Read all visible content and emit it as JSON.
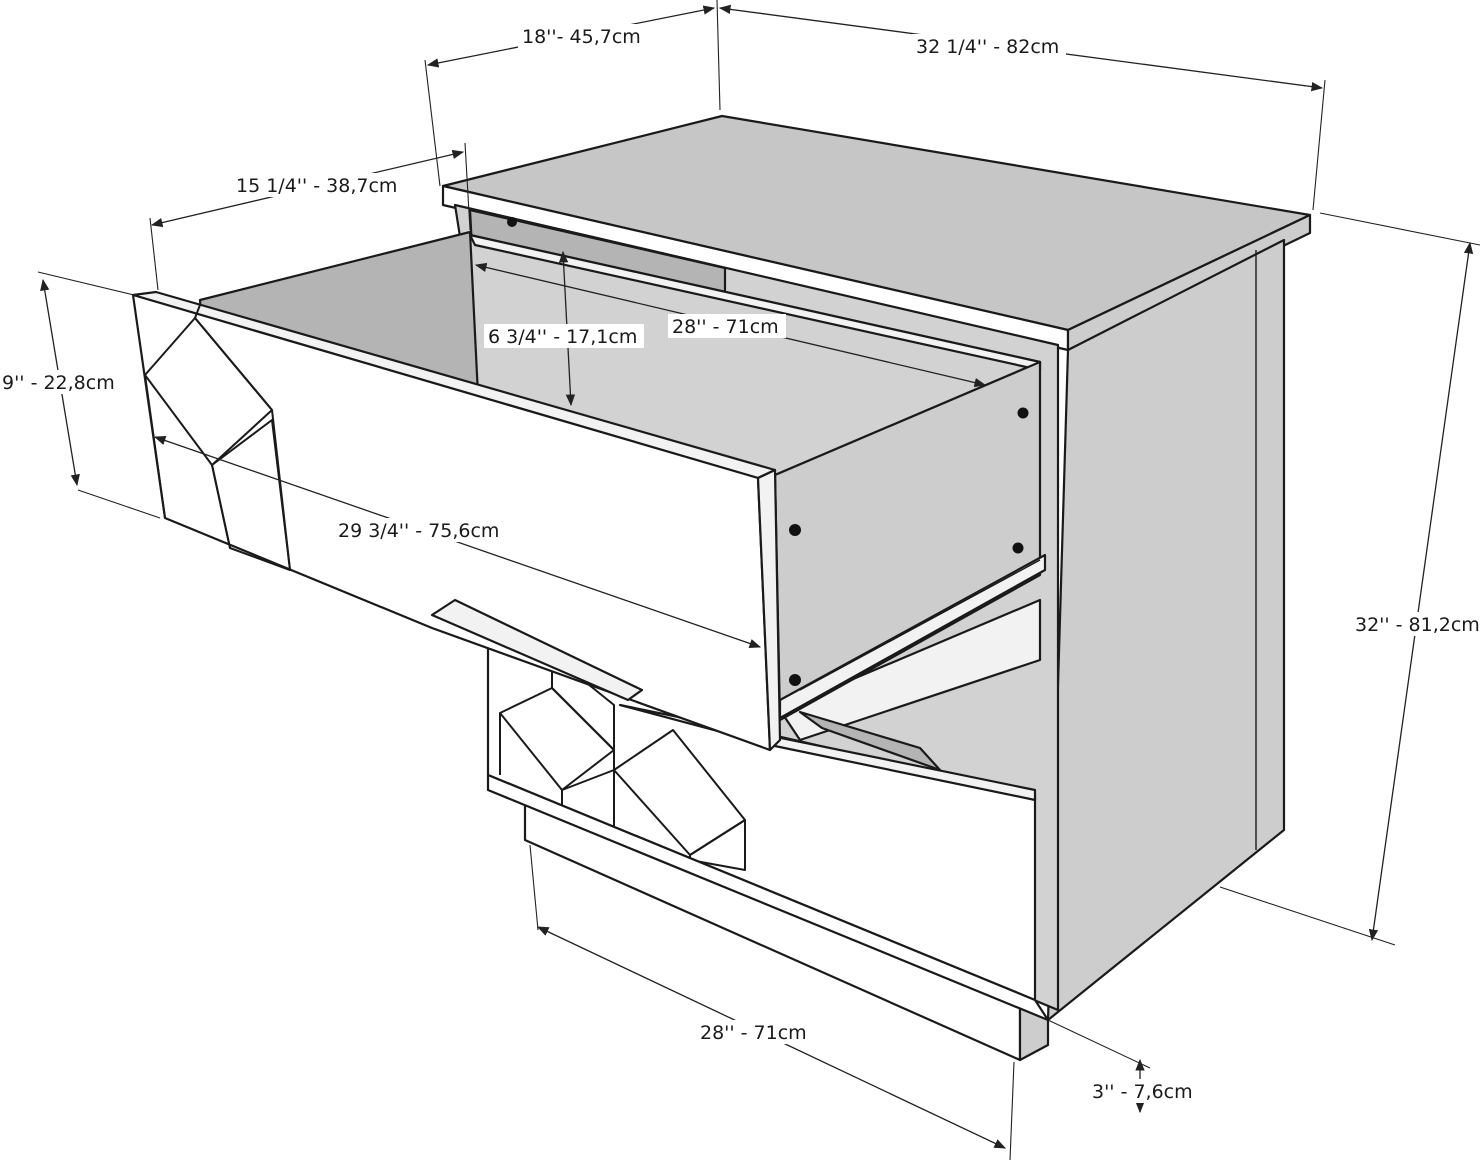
{
  "dimensions": {
    "depth": "18''- 45,7cm",
    "width": "32 1/4'' - 82cm",
    "drawer_depth": "15 1/4'' - 38,7cm",
    "drawer_front_height": "9'' - 22,8cm",
    "drawer_inner_height": "6 3/4'' - 17,1cm",
    "drawer_inner_width": "28'' - 71cm",
    "drawer_front_width": "29 3/4'' - 75,6cm",
    "height": "32'' - 81,2cm",
    "base_width": "28'' - 71cm",
    "base_height": "3'' - 7,6cm"
  }
}
